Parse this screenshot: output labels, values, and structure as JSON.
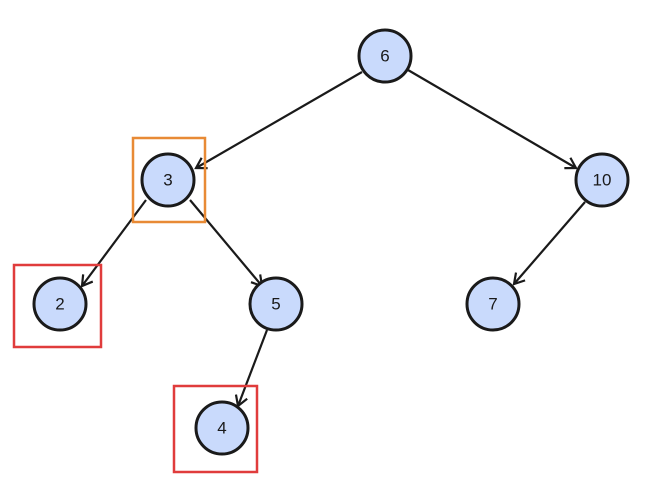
{
  "colors": {
    "node_fill": "#c9dafc",
    "node_stroke": "#1a1a1a",
    "edge": "#1a1a1a",
    "highlight_orange": "#e88a35",
    "highlight_red": "#e03c3c"
  },
  "nodes": {
    "n6": "6",
    "n3": "3",
    "n10": "10",
    "n2": "2",
    "n5": "5",
    "n7": "7",
    "n4": "4"
  },
  "edges": [
    [
      "6",
      "3"
    ],
    [
      "6",
      "10"
    ],
    [
      "3",
      "2"
    ],
    [
      "3",
      "5"
    ],
    [
      "10",
      "7"
    ],
    [
      "5",
      "4"
    ]
  ],
  "highlights": {
    "3": "highlight_orange",
    "2": "highlight_red",
    "4": "highlight_red"
  }
}
